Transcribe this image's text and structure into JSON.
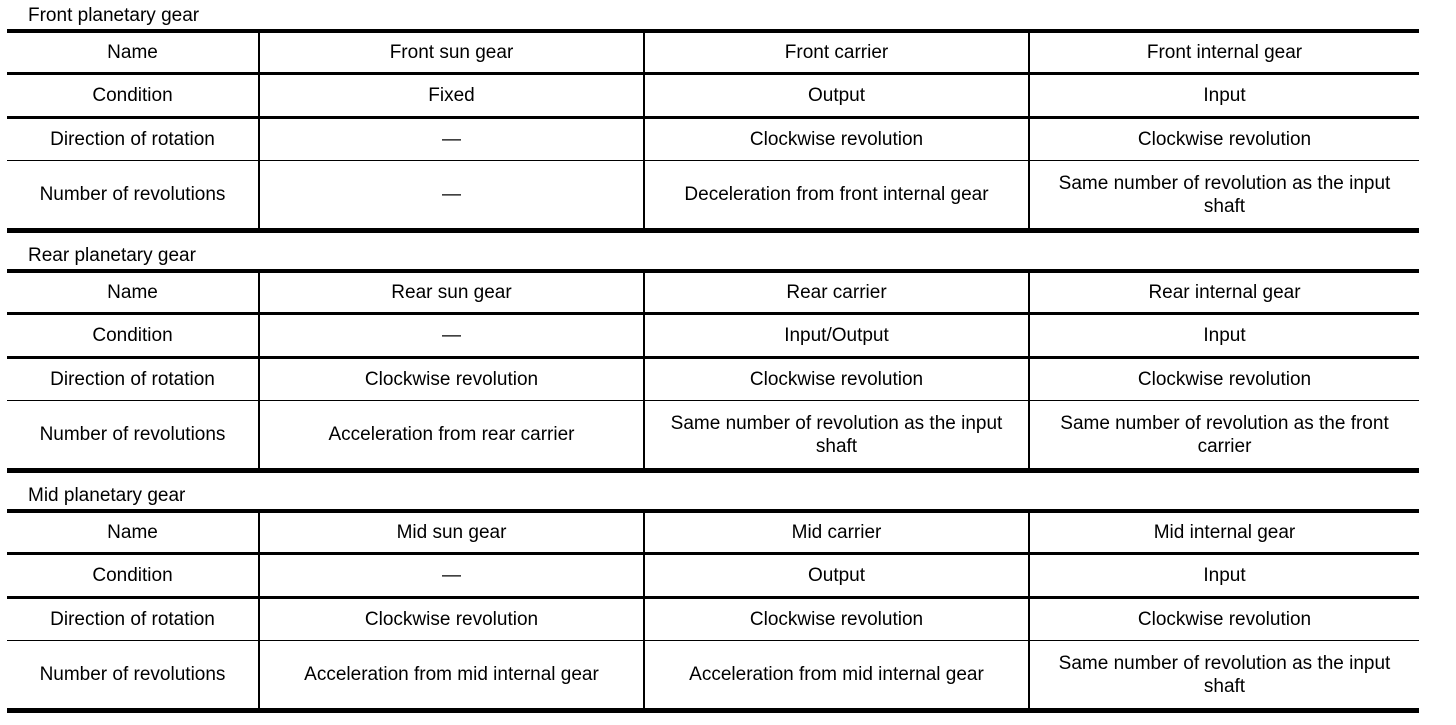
{
  "page": {
    "background": "#ffffff",
    "text_color": "#000000",
    "line_color": "#000000"
  },
  "tables": [
    {
      "title": "Front planetary gear",
      "rows": [
        {
          "label": "Name",
          "cells": [
            "Front sun gear",
            "Front carrier",
            "Front internal gear"
          ]
        },
        {
          "label": "Condition",
          "cells": [
            "Fixed",
            "Output",
            "Input"
          ]
        },
        {
          "label": "Direction of rotation",
          "cells": [
            "—",
            "Clockwise revolution",
            "Clockwise revolution"
          ]
        },
        {
          "label": "Number of revolutions",
          "cells": [
            "—",
            "Deceleration from front internal gear",
            "Same number of revolution as the input shaft"
          ]
        }
      ]
    },
    {
      "title": "Rear planetary gear",
      "rows": [
        {
          "label": "Name",
          "cells": [
            "Rear sun gear",
            "Rear carrier",
            "Rear internal gear"
          ]
        },
        {
          "label": "Condition",
          "cells": [
            "—",
            "Input/Output",
            "Input"
          ]
        },
        {
          "label": "Direction of rotation",
          "cells": [
            "Clockwise revolution",
            "Clockwise revolution",
            "Clockwise revolution"
          ]
        },
        {
          "label": "Number of revolutions",
          "cells": [
            "Acceleration from rear carrier",
            "Same number of revolution as the input shaft",
            "Same number of revolution as the front carrier"
          ]
        }
      ]
    },
    {
      "title": "Mid planetary gear",
      "rows": [
        {
          "label": "Name",
          "cells": [
            "Mid sun gear",
            "Mid carrier",
            "Mid internal gear"
          ]
        },
        {
          "label": "Condition",
          "cells": [
            "—",
            "Output",
            "Input"
          ]
        },
        {
          "label": "Direction of rotation",
          "cells": [
            "Clockwise revolution",
            "Clockwise revolution",
            "Clockwise revolution"
          ]
        },
        {
          "label": "Number of revolutions",
          "cells": [
            "Acceleration from mid internal gear",
            "Acceleration from mid internal gear",
            "Same number of revolution as the input shaft"
          ]
        }
      ]
    }
  ]
}
